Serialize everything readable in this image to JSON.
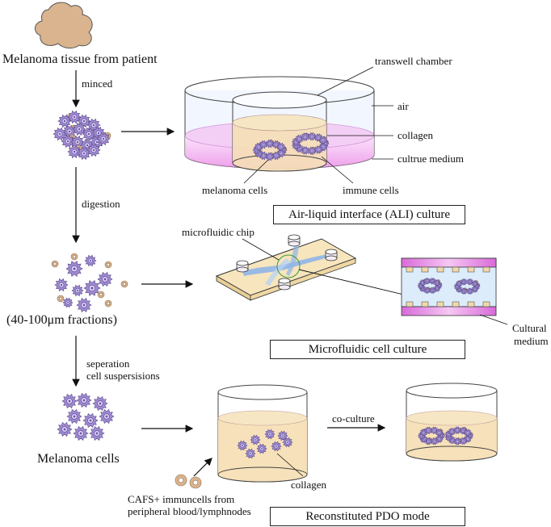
{
  "labels": {
    "tissue": "Melanoma tissue from patient",
    "minced": "minced",
    "digestion": "digestion",
    "fractions": "(40-100μm fractions)",
    "separation_1": "seperation",
    "separation_2": "cell suspersisions",
    "melanoma_cells": "Melanoma cells",
    "cafs_1": "CAFS+ immuncells from",
    "cafs_2": "peripheral blood/lymphnodes"
  },
  "ali": {
    "transwell": "transwell chamber",
    "air": "air",
    "collagen": "collagen",
    "medium": "cultrue medium",
    "melanoma": "melanoma cells",
    "immune": "immune cells",
    "box": "Air-liquid interface (ALI) culture"
  },
  "micro": {
    "chip": "microfluidic chip",
    "cultural_1": "Cultural",
    "cultural_2": "medium",
    "box": "Microfluidic cell culture"
  },
  "pdo": {
    "collagen": "collagen",
    "coculture": "co-culture",
    "box": "Reconstituted PDO mode"
  },
  "colors": {
    "tissue": "#d9b48f",
    "cell_purple": "#9f8ad0",
    "cell_core": "#6a57a8",
    "immune_tan": "#d9b48f",
    "collagen": "#f5dfb6",
    "medium": "#f2a6ee",
    "channel_blue": "#b9d4f2"
  }
}
